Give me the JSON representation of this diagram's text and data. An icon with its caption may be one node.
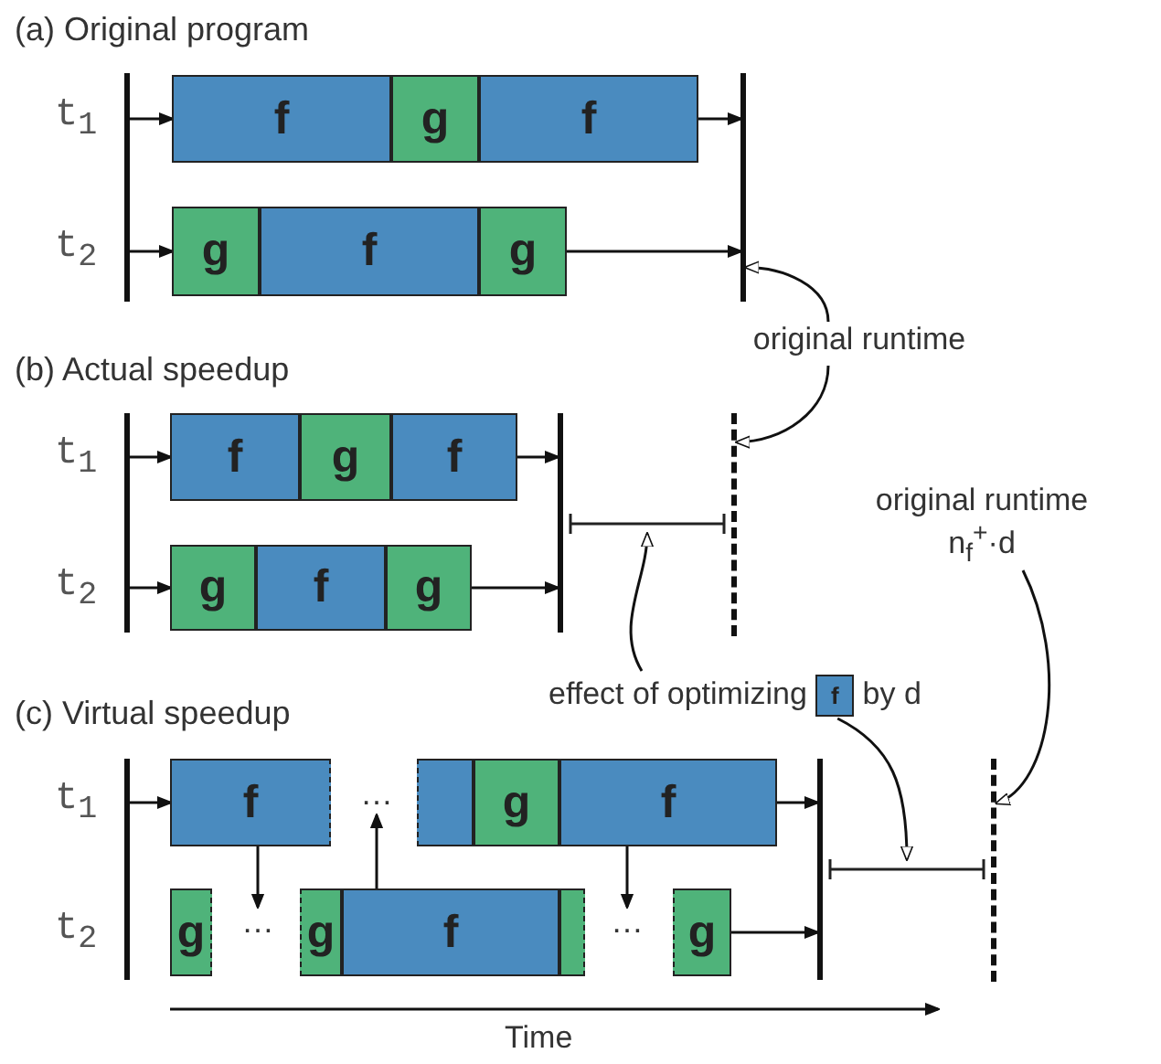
{
  "diagram": {
    "nodes": [
      {
        "text": [],
        "shape": "bar"
      },
      {
        "text": [
          "f"
        ]
      },
      {
        "text": [
          "g"
        ]
      },
      {
        "text": [
          "f"
        ]
      },
      {
        "text": [
          "g"
        ]
      },
      {
        "text": [
          "f"
        ]
      },
      {
        "text": [
          "g"
        ]
      },
      {
        "text": [],
        "shape": "bar"
      },
      {
        "text": [
          "original runtime"
        ]
      },
      {
        "text": [],
        "shape": "bar"
      },
      {
        "text": [
          "f"
        ]
      },
      {
        "text": [
          "g"
        ]
      },
      {
        "text": [
          "f"
        ]
      },
      {
        "text": [
          "g"
        ]
      },
      {
        "text": [
          "f"
        ]
      },
      {
        "text": [
          "g"
        ]
      },
      {
        "text": [],
        "shape": "bar"
      },
      {
        "text": [],
        "shape": "bar"
      },
      {
        "text": [],
        "shape": "bar"
      },
      {
        "text": [
          "original runtime",
          "n$_{f}$$^{+}$·d"
        ]
      },
      {
        "text": [
          "effect of optimizing",
          "f",
          "by d"
        ]
      },
      {
        "text": [],
        "shape": "bar"
      },
      {
        "text": [
          "f"
        ]
      },
      {
        "text": [
          "…"
        ]
      },
      {
        "text": [],
        "shape": "box"
      },
      {
        "text": [
          "g"
        ]
      },
      {
        "text": [
          "f"
        ]
      },
      {
        "text": [
          "g"
        ]
      },
      {
        "text": [
          "…"
        ]
      },
      {
        "text": [
          "g"
        ]
      },
      {
        "text": [
          "f"
        ]
      },
      {
        "text": [],
        "shape": "box"
      },
      {
        "text": [
          "…"
        ]
      },
      {
        "text": [
          "g"
        ]
      },
      {
        "text": [],
        "shape": "bar"
      },
      {
        "text": [],
        "shape": "bar"
      },
      {
        "text": [],
        "shape": "bar"
      }
    ],
    "edges": [
      {
        "from": 0,
        "to": 1,
        "arrow": "to"
      },
      {
        "from": 3,
        "to": 7,
        "arrow": "to"
      },
      {
        "from": 0,
        "to": 4,
        "arrow": "to"
      },
      {
        "from": 6,
        "to": 7,
        "arrow": "to"
      },
      {
        "from": 8,
        "to": 7,
        "arrow": "to"
      },
      {
        "from": 8,
        "to": 18,
        "arrow": "to"
      },
      {
        "from": 9,
        "to": 10,
        "arrow": "to"
      },
      {
        "from": 12,
        "to": 16,
        "arrow": "to"
      },
      {
        "from": 9,
        "to": 13,
        "arrow": "to"
      },
      {
        "from": 15,
        "to": 16,
        "arrow": "to"
      },
      {
        "from": 20,
        "to": 17,
        "arrow": "to"
      },
      {
        "from": 20,
        "to": 35,
        "arrow": "to"
      },
      {
        "from": 19,
        "to": 36,
        "arrow": "to"
      },
      {
        "from": 21,
        "to": 22,
        "arrow": "to"
      },
      {
        "from": 22,
        "to": 28,
        "arrow": "to"
      },
      {
        "from": 30,
        "to": 23,
        "arrow": "to"
      },
      {
        "from": 26,
        "to": 32,
        "arrow": "to"
      },
      {
        "from": 26,
        "to": 34,
        "arrow": "to"
      },
      {
        "from": 33,
        "to": 34,
        "arrow": "to"
      }
    ],
    "labels": [
      "(a) Original program",
      "t$_{1}$",
      "t$_{2}$",
      "(b) Actual speedup",
      "t$_{1}$",
      "t$_{2}$",
      "(c) Virtual speedup",
      "t$_{1}$",
      "t$_{2}$",
      "Time"
    ]
  }
}
